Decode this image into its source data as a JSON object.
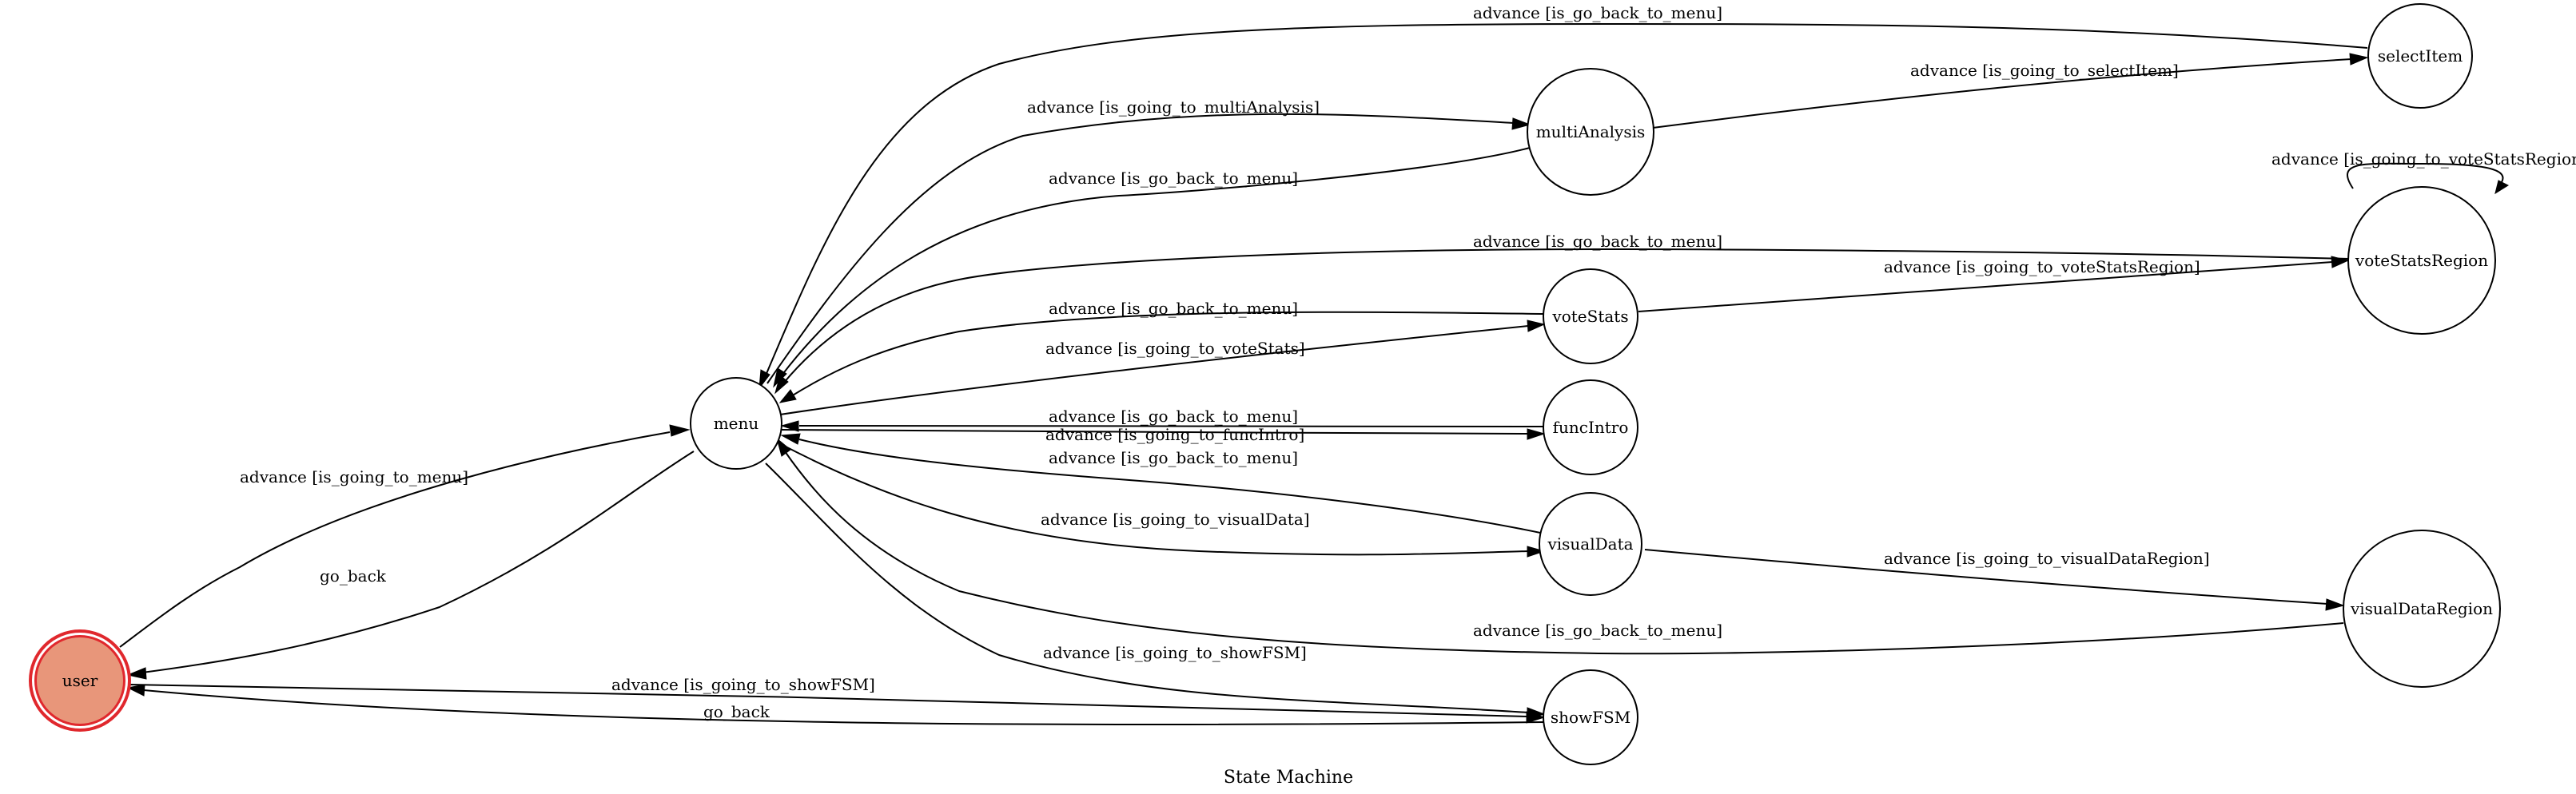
{
  "title": "State Machine",
  "initial_state_color": "#e8967a",
  "initial_state_border": "#e0282d",
  "nodes": {
    "user": "user",
    "menu": "menu",
    "multiAnalysis": "multiAnalysis",
    "selectItem": "selectItem",
    "voteStats": "voteStats",
    "voteStatsRegion": "voteStatsRegion",
    "funcIntro": "funcIntro",
    "visualData": "visualData",
    "visualDataRegion": "visualDataRegion",
    "showFSM": "showFSM"
  },
  "edges": {
    "user_menu": "advance [is_going_to_menu]",
    "menu_user": "go_back",
    "user_showFSM": "advance [is_going_to_showFSM]",
    "showFSM_user": "go_back",
    "menu_multiAnalysis": "advance [is_going_to_multiAnalysis]",
    "multiAnalysis_menu": "advance [is_go_back_to_menu]",
    "multiAnalysis_selectItem": "advance [is_going_to_selectItem]",
    "selectItem_menu": "advance [is_go_back_to_menu]",
    "voteStatsRegion_self": "advance [is_going_to_voteStatsRegion]",
    "voteStatsRegion_menu": "advance [is_go_back_to_menu]",
    "voteStats_voteStatsRegion": "advance [is_going_to_voteStatsRegion]",
    "voteStats_menu": "advance [is_go_back_to_menu]",
    "menu_voteStats": "advance [is_going_to_voteStats]",
    "funcIntro_menu": "advance [is_go_back_to_menu]",
    "menu_funcIntro": "advance [is_going_to_funcIntro]",
    "visualData_menu": "advance [is_go_back_to_menu]",
    "menu_visualData": "advance [is_going_to_visualData]",
    "visualData_visualDataRegion": "advance [is_going_to_visualDataRegion]",
    "visualDataRegion_menu": "advance [is_go_back_to_menu]",
    "menu_showFSM": "advance [is_going_to_showFSM]"
  }
}
